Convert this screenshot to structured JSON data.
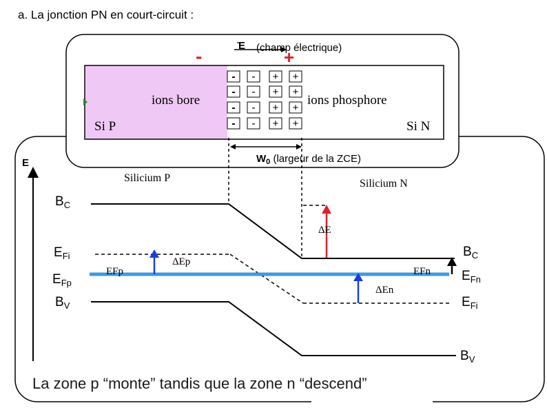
{
  "title": "a. La jonction PN en court-circuit :",
  "junction": {
    "field_symbol": "E",
    "field_label": "(champ électrique)",
    "minus_sign": "-",
    "plus_sign": "+",
    "p_ions_label": "ions bore",
    "n_ions_label": "ions phosphore",
    "p_side_label": "Si P",
    "n_side_label": "Si N",
    "zce_symbol": "W",
    "zce_subscript": "0",
    "zce_label": "(largeur de la ZCE)",
    "neg_ion_symbol": "-",
    "pos_ion_symbol": "+",
    "p_region_color": "#f0c8f5"
  },
  "bands": {
    "energy_axis_label": "E",
    "silicon_p_label": "Silicium P",
    "silicon_n_label": "Silicium N",
    "left": {
      "bc_main": "B",
      "bc_sub": "C",
      "efi_main": "E",
      "efi_sub": "Fi",
      "efp_main": "E",
      "efp_sub": "Fp",
      "bv_main": "B",
      "bv_sub": "V"
    },
    "right": {
      "bc_main": "B",
      "bc_sub": "C",
      "efn_main": "E",
      "efn_sub": "Fn",
      "efi_main": "E",
      "efi_sub": "Fi",
      "bv_main": "B",
      "bv_sub": "V"
    },
    "efp_inline": "EFp",
    "efn_inline": "EFn",
    "delta_e": "ΔE",
    "delta_ep": "ΔEp",
    "delta_en": "ΔEn",
    "fermi_color": "#3a9ae8",
    "arrow_blue": "#1a3fd6",
    "arrow_red": "#e0202a"
  },
  "caption": "La zone p “monte” tandis que la zone n “descend”"
}
